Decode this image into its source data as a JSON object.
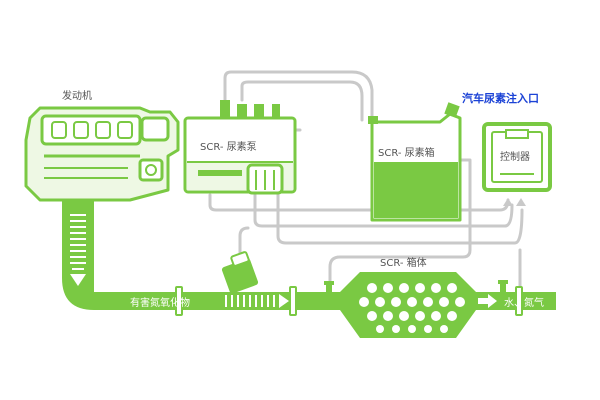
{
  "labels": {
    "engine": "发动机",
    "pump": "SCR- 尿素泵",
    "tank": "SCR- 尿素箱",
    "inlet": "汽车尿素注入口",
    "controller": "控制器",
    "catalyst": "SCR- 箱体",
    "harmful": "有害氮氧化物",
    "output": "水、氮气"
  },
  "colors": {
    "green": "#7ac943",
    "green_dark": "#5fae2e",
    "light_green": "#eef8e4",
    "line_gray": "#c7c7c7",
    "blue": "#1c43d6"
  }
}
